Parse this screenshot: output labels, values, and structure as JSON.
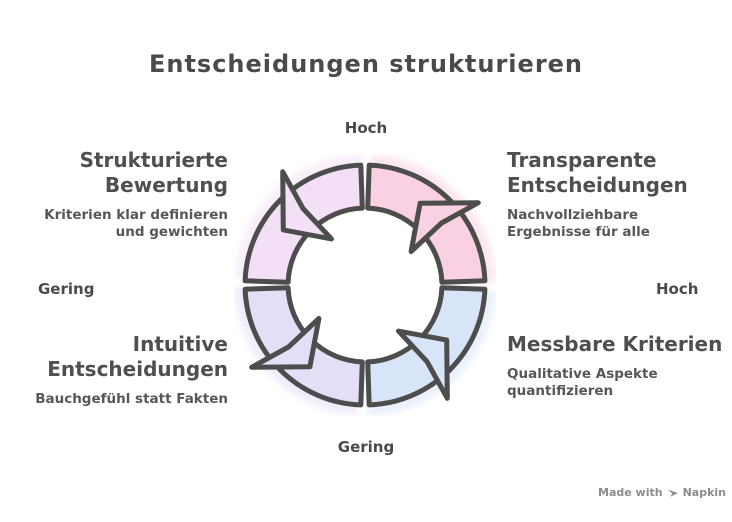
{
  "title": "Entscheidungen strukturieren",
  "axes": {
    "top": "Hoch",
    "bottom": "Gering",
    "left": "Gering",
    "right": "Hoch"
  },
  "quadrants": {
    "top_left": {
      "heading_line1": "Strukturierte",
      "heading_line2": "Bewertung",
      "subtitle_line1": "Kriterien klar definieren",
      "subtitle_line2": "und gewichten"
    },
    "top_right": {
      "heading_line1": "Transparente",
      "heading_line2": "Entscheidungen",
      "subtitle_line1": "Nachvollziehbare",
      "subtitle_line2": "Ergebnisse für alle"
    },
    "bottom_left": {
      "heading_line1": "Intuitive",
      "heading_line2": "Entscheidungen",
      "subtitle_line1": "Bauchgefühl statt Fakten"
    },
    "bottom_right": {
      "heading_line1": "Messbare Kriterien",
      "subtitle_line1": "Qualitative Aspekte",
      "subtitle_line2": "quantifizieren"
    }
  },
  "ring": {
    "direction": "counterclockwise",
    "outline_color": "#4d4d4d",
    "segments": [
      {
        "name": "top-left",
        "color": "#f4e0f6"
      },
      {
        "name": "top-right",
        "color": "#fad1e3"
      },
      {
        "name": "bottom-left",
        "color": "#e4dff6"
      },
      {
        "name": "bottom-right",
        "color": "#d8e5f8"
      }
    ]
  },
  "watermark": {
    "prefix": "Made with",
    "brand": "Napkin"
  },
  "colors": {
    "background": "#ffffff",
    "title": "#4a4a4a",
    "heading": "#4f4f4f",
    "subtitle": "#575757",
    "axis_label": "#4a4a4a",
    "watermark": "#8c8c8c"
  }
}
